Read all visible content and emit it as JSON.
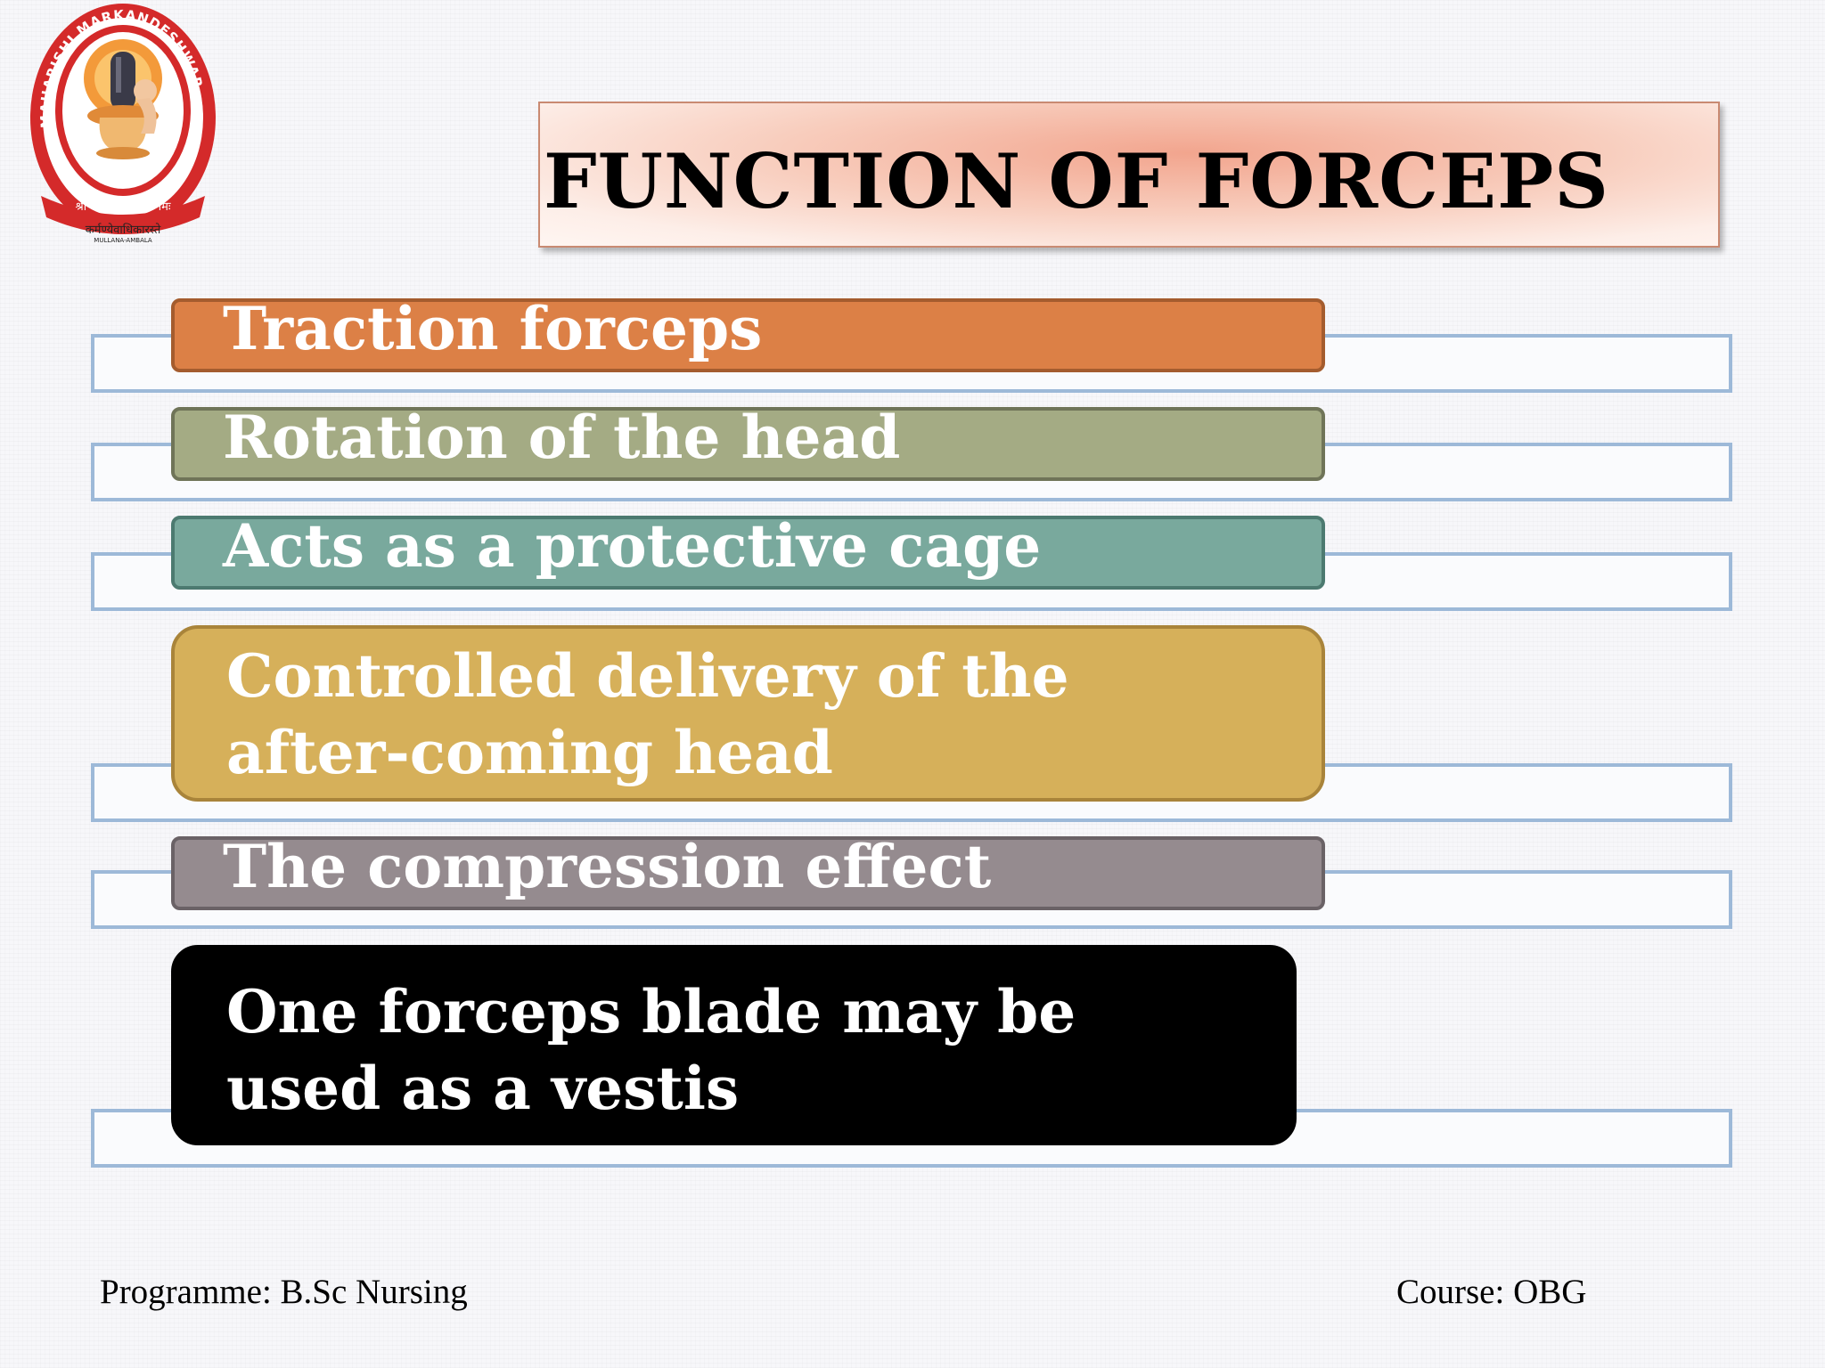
{
  "logo": {
    "name": "Maharishi Markandeshwar university seal",
    "ring_text": "MAHARISHI MARKANDESHWAR",
    "motto": "श्री मारकण्डेश्वराय नमः",
    "tagline": "कर्मण्येवाधिकारस्ते",
    "place": "MULLANA-AMBALA"
  },
  "slide": {
    "title": "FUNCTION OF FORCEPS",
    "items": [
      {
        "label": "Traction forceps",
        "color": "#dc8046",
        "border": "#a45c2e"
      },
      {
        "label": "Rotation of the head",
        "color": "#a4ab84",
        "border": "#6f7458"
      },
      {
        "label": "Acts as a protective cage",
        "color": "#79a99d",
        "border": "#4c7a70"
      },
      {
        "label_lines": [
          "Controlled delivery of the",
          "after-coming head"
        ],
        "color": "#d6b05a",
        "border": "#a9843a"
      },
      {
        "label": "The compression effect",
        "color": "#958b8f",
        "border": "#6a6266"
      },
      {
        "label_lines": [
          "One forceps blade may be",
          "used as a vestis"
        ],
        "color": "#000000",
        "border": "#000000"
      }
    ]
  },
  "footer": {
    "programme": "Programme: B.Sc Nursing",
    "course": "Course: OBG"
  },
  "colors": {
    "bar_outline": "#9db9d8",
    "title_fill": "#f2a58e"
  }
}
